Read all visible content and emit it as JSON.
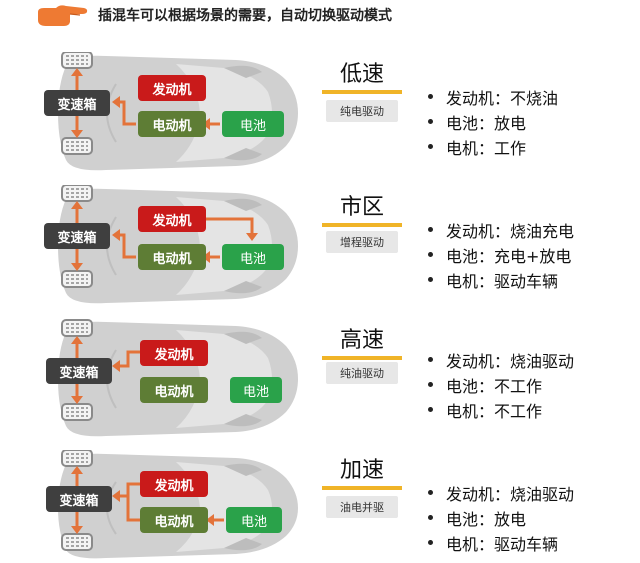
{
  "header": {
    "text": "插混车可以根据场景的需要，自动切换驱动模式",
    "icon": "pointing-hand-icon"
  },
  "colors": {
    "engine": "#c91a1a",
    "motor": "#5e7d35",
    "battery": "#2aa24a",
    "gearbox": "#3f3f3f",
    "arrow": "#e3733a",
    "accent": "#f0b428"
  },
  "labels": {
    "gearbox": "变速箱",
    "engine": "发动机",
    "motor": "电动机",
    "battery": "电池"
  },
  "modes": [
    {
      "title": "低速",
      "tag": "纯电驱动",
      "items": [
        "发动机：不烧油",
        "电池：放电",
        "电机：工作"
      ]
    },
    {
      "title": "市区",
      "tag": "增程驱动",
      "items": [
        "发动机：烧油充电",
        "电池：充电+放电",
        "电机：驱动车辆"
      ]
    },
    {
      "title": "高速",
      "tag": "纯油驱动",
      "items": [
        "发动机：烧油驱动",
        "电池：不工作",
        "电机：不工作"
      ]
    },
    {
      "title": "加速",
      "tag": "油电并驱",
      "items": [
        "发动机：烧油驱动",
        "电池：放电",
        "电机：驱动车辆"
      ]
    }
  ]
}
